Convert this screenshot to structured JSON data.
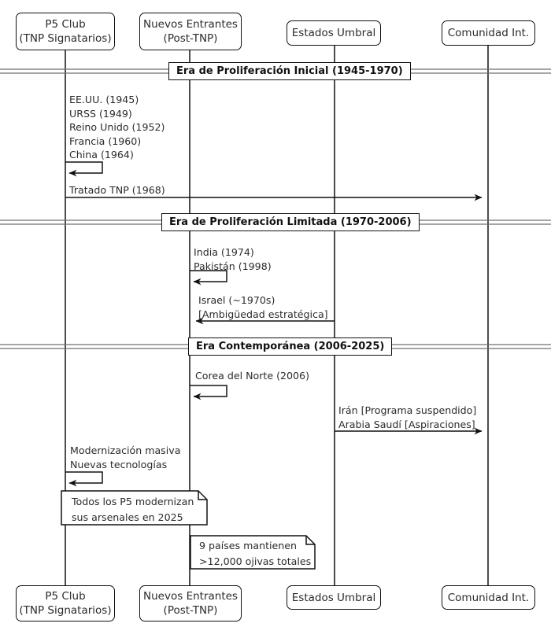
{
  "diagram": {
    "type": "sequence-diagram",
    "background": "#ffffff",
    "line_color": "#111111",
    "text_color": "#2b2b2b"
  },
  "participants": [
    {
      "id": "p5",
      "line1": "P5 Club",
      "line2": "(TNP Signatarios)"
    },
    {
      "id": "nuevos",
      "line1": "Nuevos Entrantes",
      "line2": "(Post-TNP)"
    },
    {
      "id": "umbral",
      "line1": "Estados Umbral",
      "line2": ""
    },
    {
      "id": "comunidad",
      "line1": "Comunidad Int.",
      "line2": ""
    }
  ],
  "eras": [
    {
      "id": "era1",
      "label": "Era de Proliferación Inicial (1945-1970)"
    },
    {
      "id": "era2",
      "label": "Era de Proliferación Limitada (1970-2006)"
    },
    {
      "id": "era3",
      "label": "Era Contemporánea (2006-2025)"
    }
  ],
  "messages": [
    {
      "id": "m1",
      "kind": "self",
      "from": "p5",
      "to": "p5",
      "lines": [
        "EE.UU. (1945)",
        "URSS (1949)",
        "Reino Unido (1952)",
        "Francia (1960)",
        "China (1964)"
      ]
    },
    {
      "id": "m2",
      "kind": "arrow",
      "from": "p5",
      "to": "comunidad",
      "lines": [
        "Tratado TNP (1968)"
      ]
    },
    {
      "id": "m3",
      "kind": "self",
      "from": "nuevos",
      "to": "nuevos",
      "lines": [
        "India (1974)",
        "Pakistán (1998)"
      ]
    },
    {
      "id": "m4",
      "kind": "arrow",
      "from": "umbral",
      "to": "nuevos",
      "lines": [
        "Israel (~1970s)",
        "[Ambigüedad estratégica]"
      ]
    },
    {
      "id": "m5",
      "kind": "self",
      "from": "nuevos",
      "to": "nuevos",
      "lines": [
        "Corea del Norte (2006)"
      ]
    },
    {
      "id": "m6",
      "kind": "arrow",
      "from": "umbral",
      "to": "comunidad",
      "lines": [
        "Irán [Programa suspendido]",
        "Arabia Saudí [Aspiraciones]"
      ]
    },
    {
      "id": "m7",
      "kind": "self",
      "from": "p5",
      "to": "p5",
      "lines": [
        "Modernización masiva",
        "Nuevas tecnologías"
      ]
    }
  ],
  "notes": [
    {
      "id": "note1",
      "anchor": "p5",
      "lines": [
        "Todos los P5 modernizan",
        "sus arsenales en 2025"
      ]
    },
    {
      "id": "note2",
      "anchor": "nuevos",
      "lines": [
        "9 países mantienen",
        ">12,000 ojivas totales"
      ]
    }
  ]
}
